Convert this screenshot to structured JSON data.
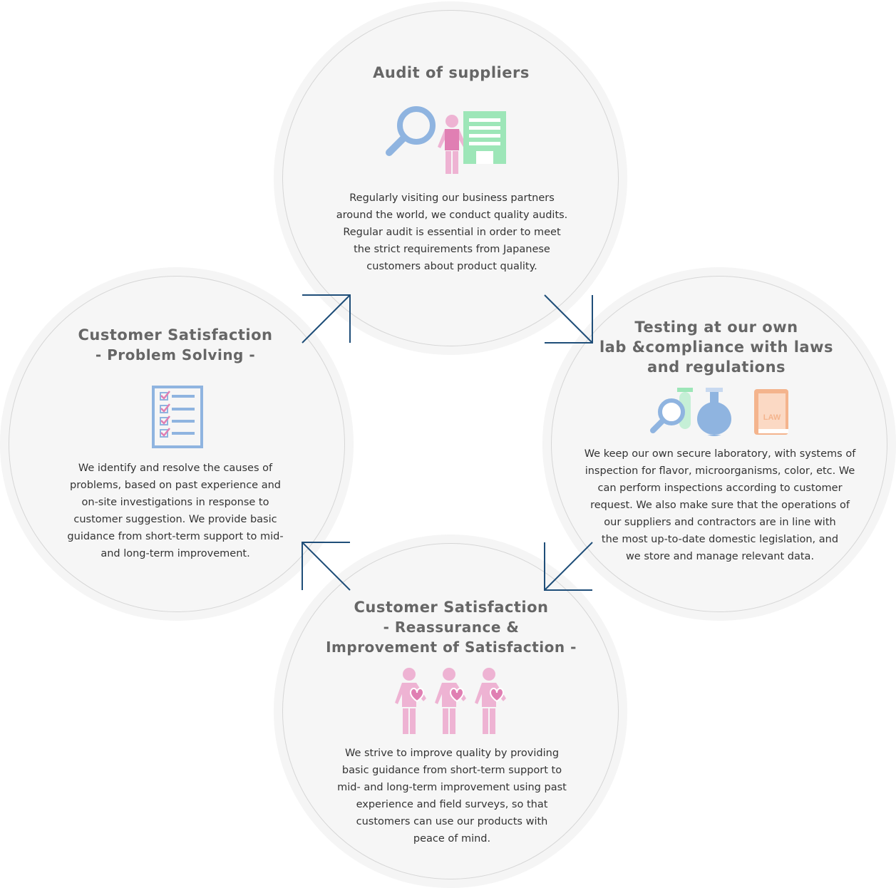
{
  "cycle": {
    "audit": {
      "title": "Audit of suppliers",
      "body_lines": [
        "Regularly visiting our business partners",
        "around the world, we conduct quality audits.",
        "Regular audit is essential in order to meet",
        "the strict requirements from Japanese",
        "customers about product quality."
      ]
    },
    "testing": {
      "title_lines": [
        "Testing at our own",
        "lab &compliance with laws",
        "and regulations"
      ],
      "law_label": "LAW",
      "body_lines": [
        "We keep our own secure laboratory, with systems of",
        "inspection for flavor, microorganisms, color, etc. We",
        "can perform inspections according to customer",
        "request. We also make sure that the operations of",
        "our suppliers and contractors are in line with",
        "the most up-to-date domestic legislation, and",
        "we store and manage relevant data."
      ]
    },
    "reassurance": {
      "title_lines": [
        "Customer Satisfaction",
        "- Reassurance &",
        "Improvement of Satisfaction -"
      ],
      "body_lines": [
        "We strive to improve quality by providing",
        "basic guidance from short-term support to",
        "mid- and long-term improvement using past",
        "experience and field surveys, so that",
        "customers can use our products with",
        "peace of mind."
      ]
    },
    "problem": {
      "title_lines": [
        "Customer Satisfaction",
        "- Problem Solving -"
      ],
      "body_lines": [
        "We identify and resolve the causes of",
        "problems, based on past experience and",
        "on-site investigations in response to",
        "customer suggestion. We provide basic",
        "guidance from short-term support to mid-",
        "and long-term improvement."
      ]
    }
  },
  "colors": {
    "arrow": "#1f4e79",
    "blue_icon": "#8fb4e0",
    "pink_icon": "#eeb3d3",
    "pink_dark": "#e07fb3",
    "green_icon": "#9de6b8",
    "orange_icon": "#f4b48d",
    "title": "#666666",
    "text": "#333333"
  },
  "icons": [
    "magnifier-icon",
    "person-icon",
    "building-icon",
    "checklist-icon",
    "test-tube-icon",
    "flask-icon",
    "law-book-icon",
    "heart-person-icon"
  ]
}
